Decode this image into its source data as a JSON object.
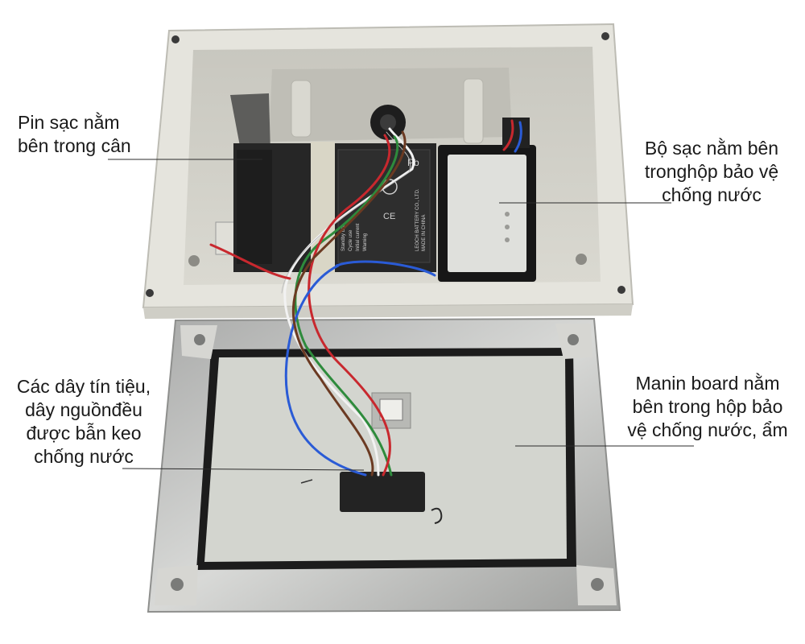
{
  "annotations": {
    "battery": {
      "lines": [
        "Pin sạc nằm",
        "bên trong cân"
      ]
    },
    "charger": {
      "lines": [
        "Bộ sạc nằm bên",
        "tronghộp bảo vệ",
        "chống nước"
      ]
    },
    "wires": {
      "lines": [
        "Các dây tín tiệu,",
        "dây nguồnđều",
        "được bẫn keo",
        "chống nước"
      ]
    },
    "board": {
      "lines": [
        "Manin board nằm",
        "bên trong hộp bảo",
        "vệ chống nước, ẩm"
      ]
    }
  },
  "battery_print": [
    "Standby use",
    "Cycle use",
    "Initial current",
    "Warning",
    "LEOCH BATTERY CO., LTD.",
    "MADE IN CHINA"
  ],
  "colors": {
    "box_shell": "#e7e6df",
    "box_inner": "#d8d7cf",
    "lid_steel": "#c9cac8",
    "gasket": "#1c1c1c",
    "battery": "#262626",
    "wire_red": "#c8282e",
    "wire_blue": "#2a5bd6",
    "wire_white": "#f2f2f2",
    "wire_green": "#2e8b3c",
    "wire_brown": "#6b3a22"
  },
  "icons": [
    "screw-hole-icon",
    "recycle-icon",
    "ce-mark-icon",
    "pb-mark-icon"
  ]
}
